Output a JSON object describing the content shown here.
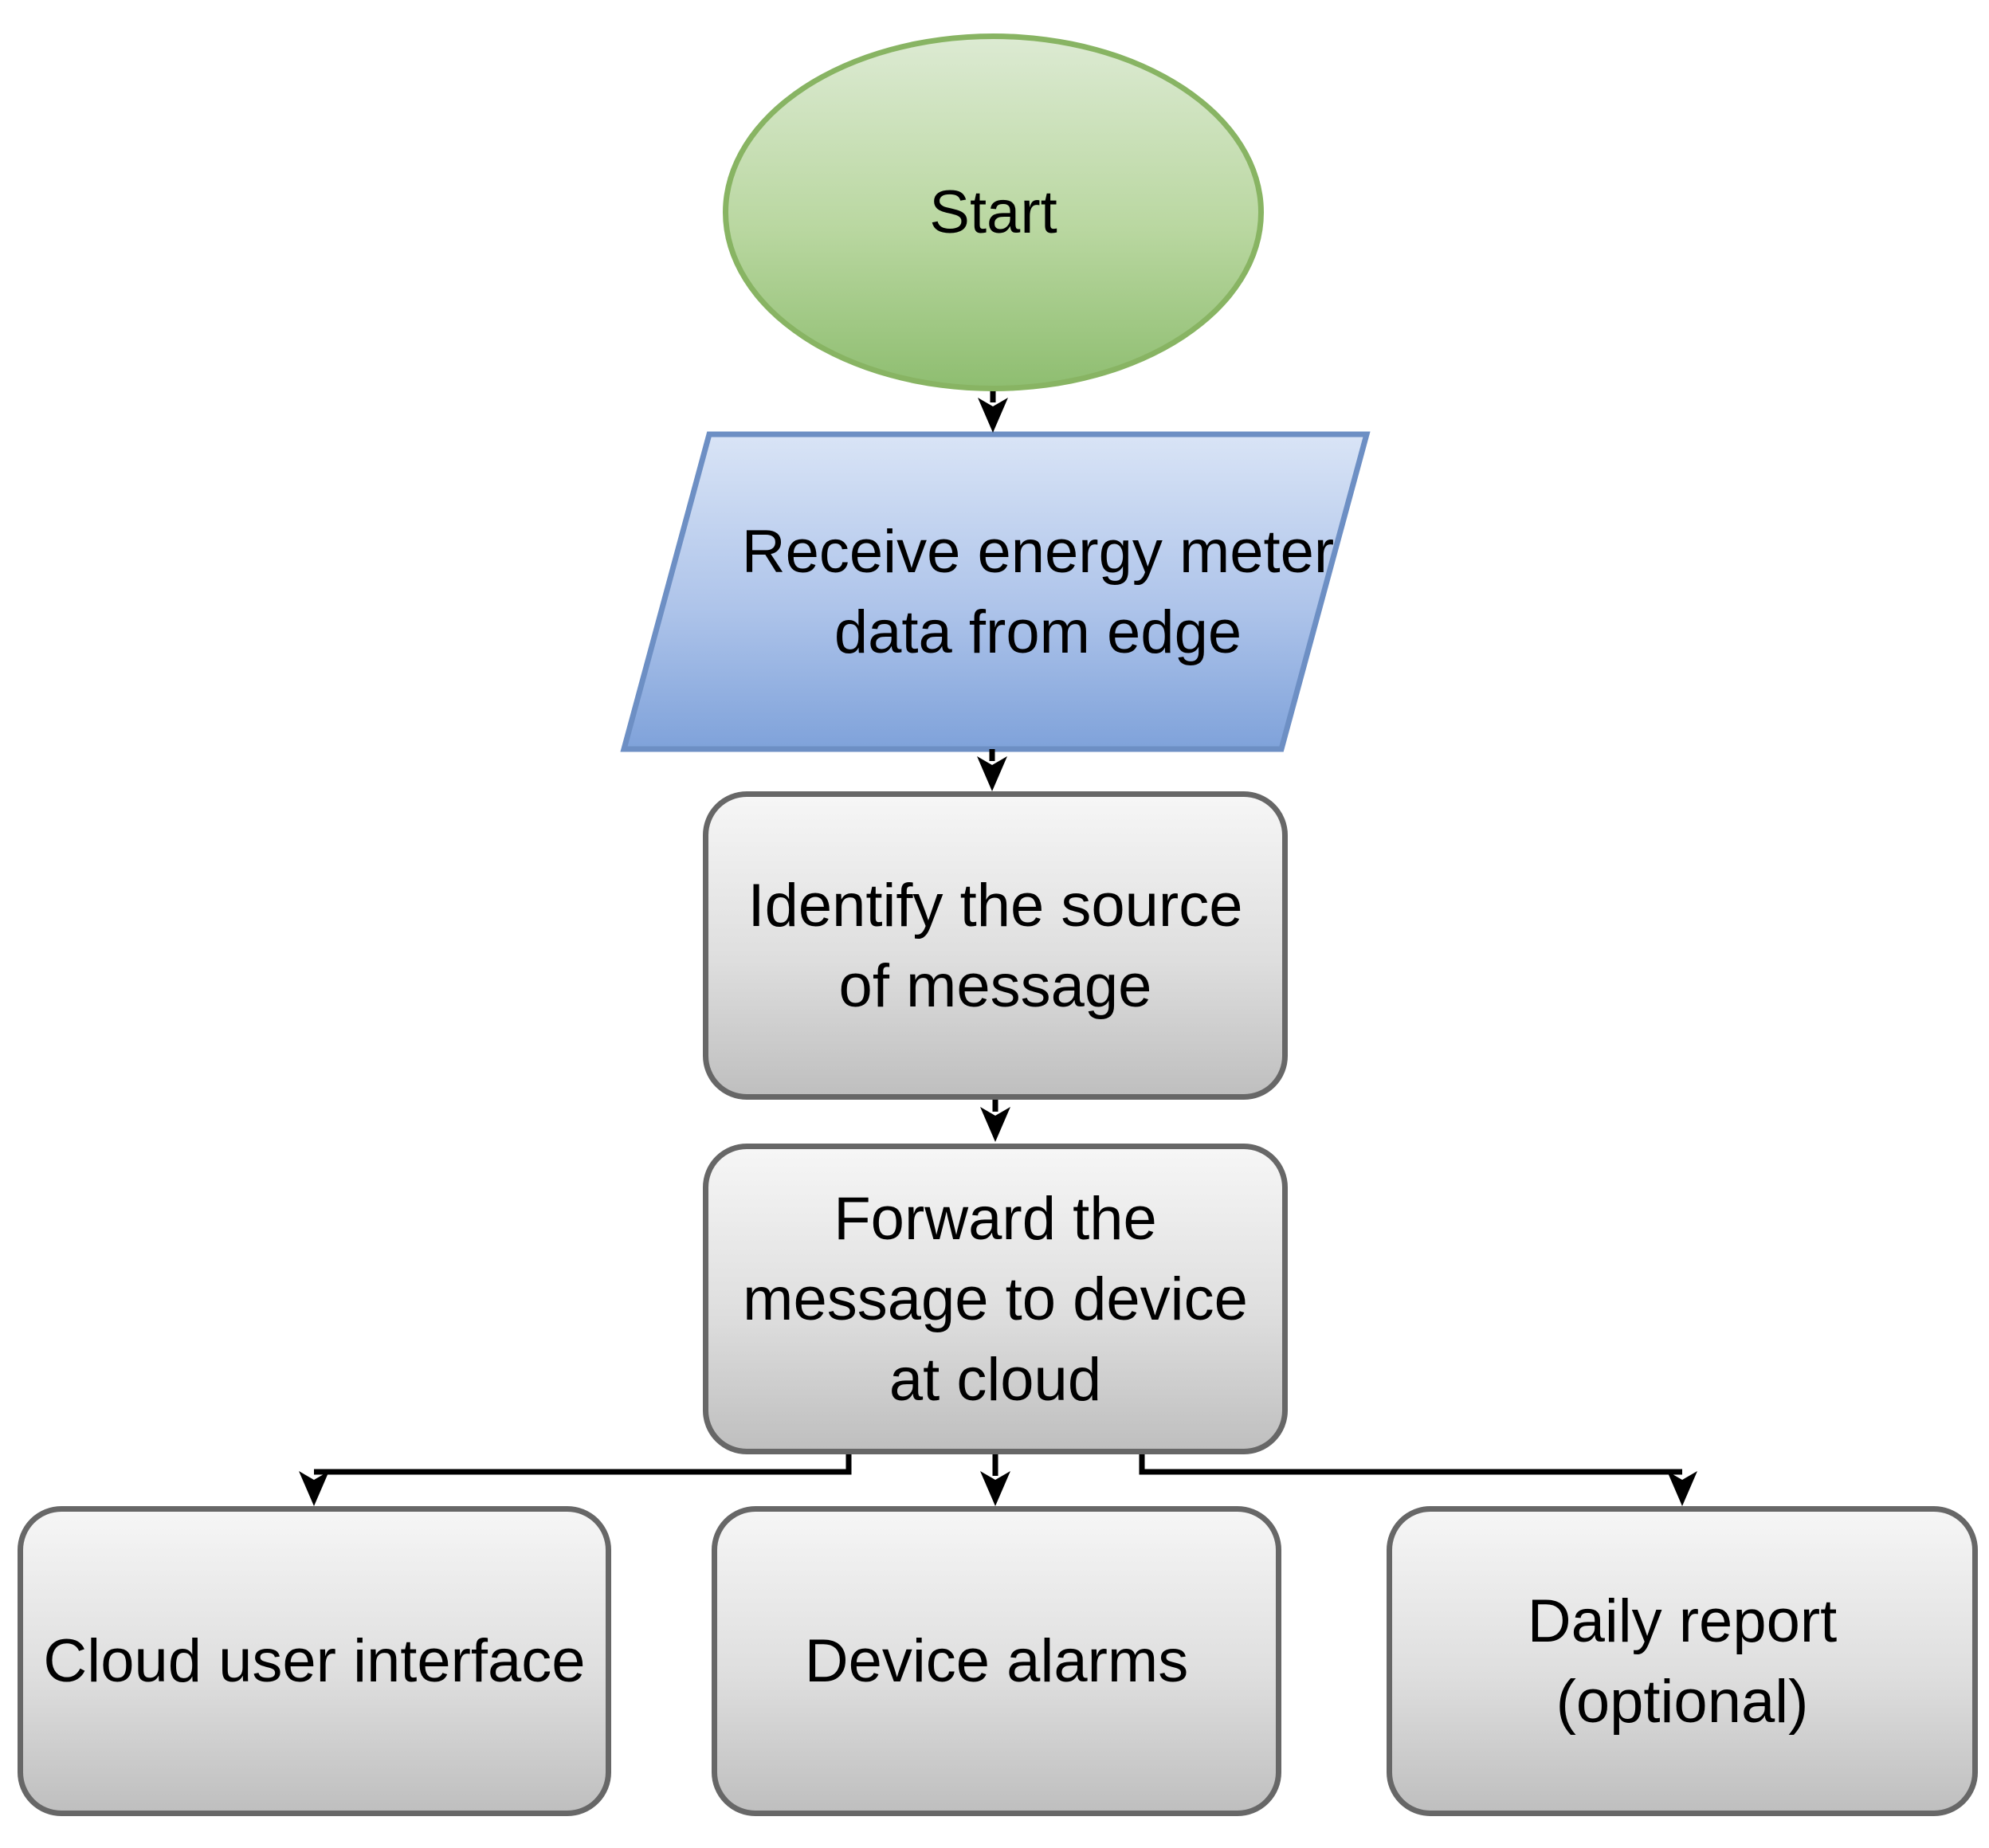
{
  "diagram_type": "flowchart",
  "nodes": {
    "start": {
      "label": "Start",
      "shape": "ellipse",
      "fill_top": "#dcead2",
      "fill_bottom": "#8fbe71",
      "border_color": "#88b463"
    },
    "receive": {
      "lines": [
        "Receive energy meter",
        "data from edge"
      ],
      "full_text": "Receive energy meter data from edge",
      "shape": "parallelogram",
      "fill_top": "#d9e4f6",
      "fill_bottom": "#7fa2da",
      "border_color": "#6d8fc4"
    },
    "identify": {
      "lines": [
        "Identify the source",
        "of message"
      ],
      "full_text": "Identify the source of message",
      "shape": "rounded-rectangle",
      "fill_top": "#f6f6f6",
      "fill_bottom": "#bfbfbf",
      "border_color": "#676767"
    },
    "forward": {
      "lines": [
        "Forward the",
        "message to device",
        "at cloud"
      ],
      "full_text": "Forward the message to device at cloud",
      "shape": "rounded-rectangle",
      "fill_top": "#f6f6f6",
      "fill_bottom": "#bfbfbf",
      "border_color": "#676767"
    },
    "cloud_ui": {
      "label": "Cloud user interface",
      "shape": "rounded-rectangle",
      "fill_top": "#f6f6f6",
      "fill_bottom": "#bfbfbf",
      "border_color": "#676767"
    },
    "device_alarms": {
      "label": "Device alarms",
      "shape": "rounded-rectangle",
      "fill_top": "#f6f6f6",
      "fill_bottom": "#bfbfbf",
      "border_color": "#676767"
    },
    "daily_report": {
      "lines": [
        "Daily report",
        "(optional)"
      ],
      "full_text": "Daily report (optional)",
      "shape": "rounded-rectangle",
      "fill_top": "#f6f6f6",
      "fill_bottom": "#bfbfbf",
      "border_color": "#676767"
    }
  },
  "edges": [
    {
      "from": "start",
      "to": "receive"
    },
    {
      "from": "receive",
      "to": "identify"
    },
    {
      "from": "identify",
      "to": "forward"
    },
    {
      "from": "forward",
      "to": "cloud_ui"
    },
    {
      "from": "forward",
      "to": "device_alarms"
    },
    {
      "from": "forward",
      "to": "daily_report"
    }
  ],
  "colors": {
    "arrow": "#000000",
    "text": "#000000",
    "background": "#ffffff"
  }
}
